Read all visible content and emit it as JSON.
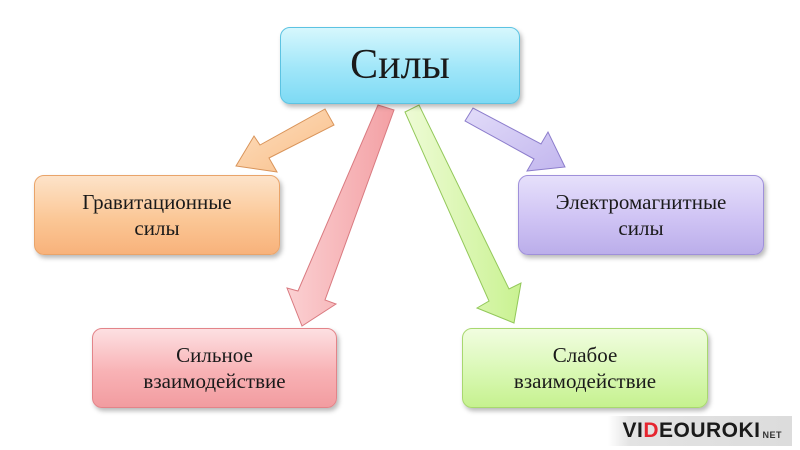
{
  "diagram": {
    "root": "Силы",
    "nodes": [
      {
        "id": "grav",
        "text": "Гравитационные\nсилы",
        "color": "#fbc796"
      },
      {
        "id": "em",
        "text": "Электромагнитные\nсилы",
        "color": "#cfc3f4"
      },
      {
        "id": "strong",
        "text": "Сильное\nвзаимодействие",
        "color": "#f8b2b5"
      },
      {
        "id": "weak",
        "text": "Слабое\nвзаимодействие",
        "color": "#d9f8b4"
      }
    ],
    "root_color": "#9fe6f9"
  },
  "watermark": {
    "prefix": "VI",
    "accent": "D",
    "rest": "EOUROKI",
    "suffix": "NET"
  }
}
